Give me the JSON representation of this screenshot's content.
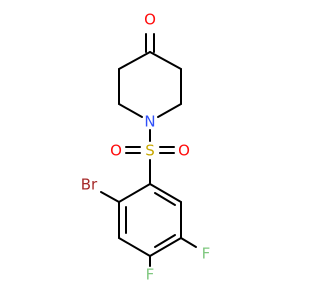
{
  "molecule": {
    "atoms": {
      "oxygen_ketone": "O",
      "nitrogen": "N",
      "sulfur": "S",
      "oxygen_sulfonyl_left": "O",
      "oxygen_sulfonyl_right": "O",
      "bromine": "Br",
      "fluorine_upper": "F",
      "fluorine_lower": "F"
    },
    "colors": {
      "bond": "#000000",
      "oxygen": "#ff0d0d",
      "nitrogen": "#3050f8",
      "sulfur": "#c8a800",
      "bromine": "#a62929",
      "fluorine": "#7fc87f"
    }
  }
}
